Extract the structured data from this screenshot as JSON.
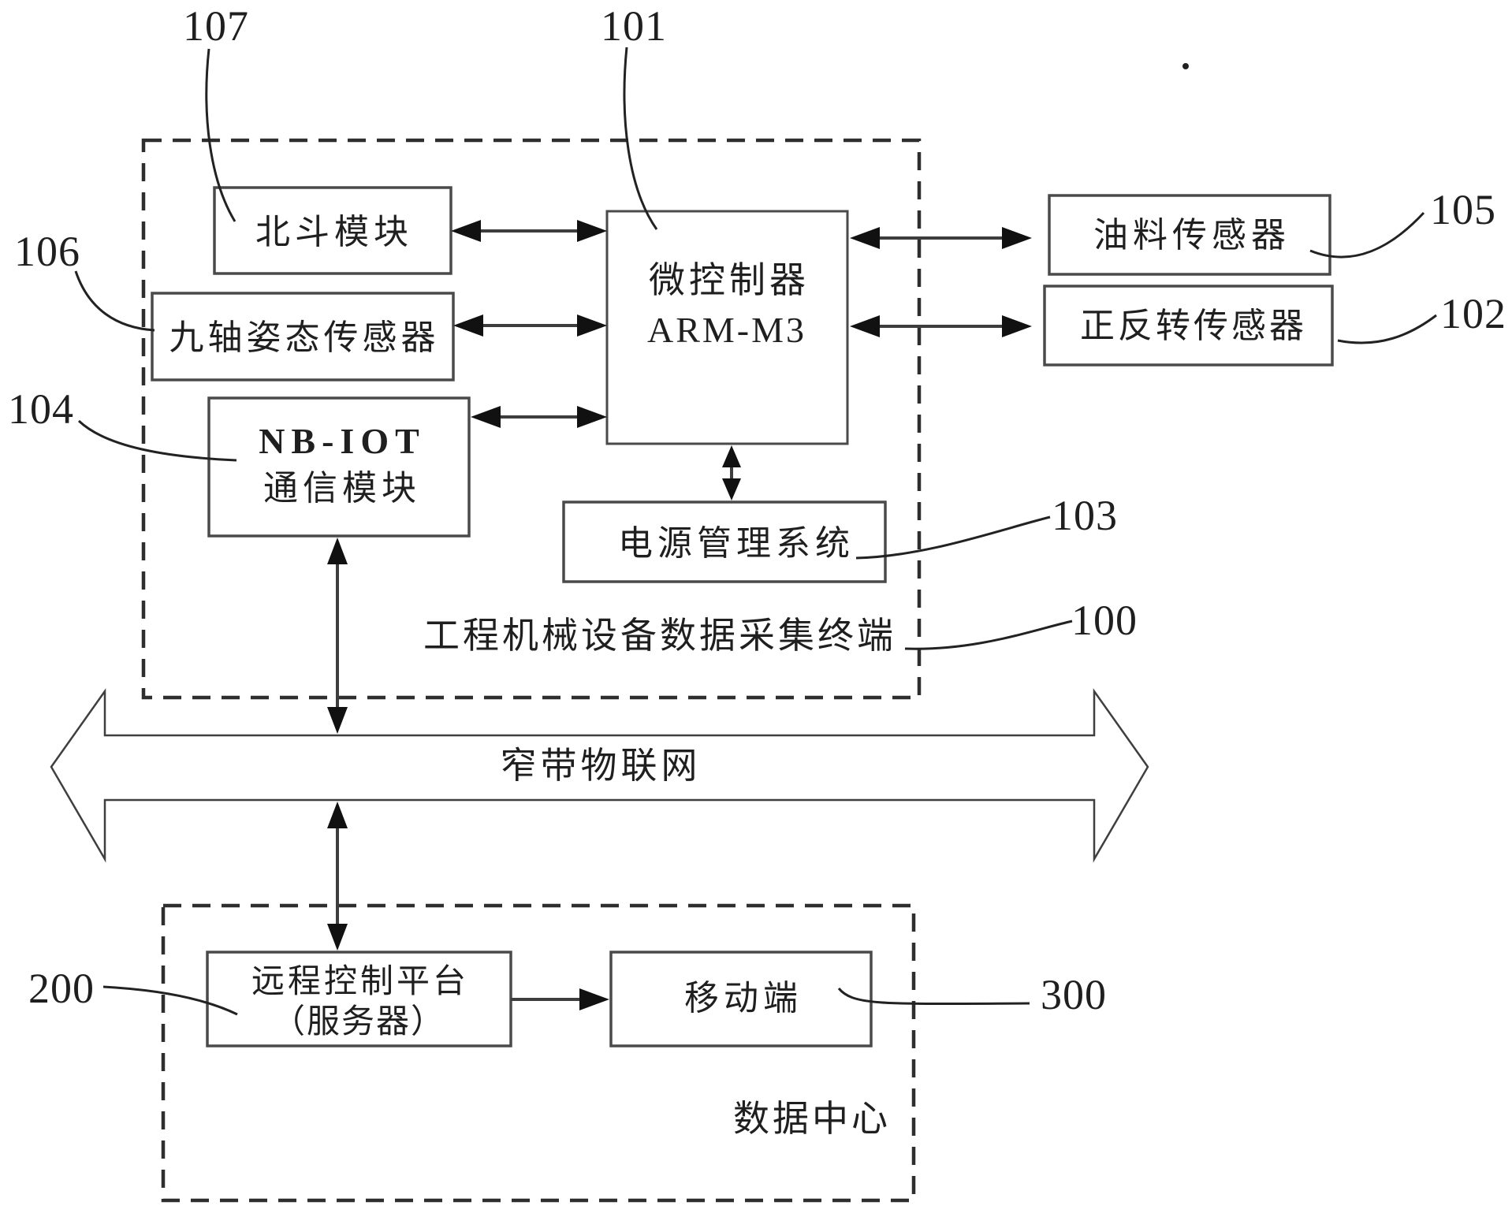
{
  "diagram": {
    "groups": {
      "terminal": {
        "label": "工程机械设备数据采集终端",
        "ref": "100"
      },
      "datacenter": {
        "label": "数据中心"
      }
    },
    "bus": {
      "label": "窄带物联网"
    },
    "blocks": {
      "beidou": {
        "label": "北斗模块",
        "ref": "107"
      },
      "nine_axis": {
        "label": "九轴姿态传感器",
        "ref": "106"
      },
      "nbiot": {
        "line1": "NB-IOT",
        "line2": "通信模块",
        "ref": "104"
      },
      "mcu": {
        "line1": "微控制器",
        "line2": "ARM-M3",
        "ref": "101"
      },
      "power": {
        "label": "电源管理系统",
        "ref": "103"
      },
      "oil": {
        "label": "油料传感器",
        "ref": "105"
      },
      "rotation": {
        "label": "正反转传感器",
        "ref": "102"
      },
      "remote": {
        "line1": "远程控制平台",
        "line2": "（服务器）",
        "ref": "200"
      },
      "mobile": {
        "label": "移动端",
        "ref": "300"
      }
    },
    "colors": {
      "line": "#3d3d3d",
      "box_border": "#4a4a4a",
      "text": "#1f1f1f",
      "background": "#ffffff"
    }
  }
}
